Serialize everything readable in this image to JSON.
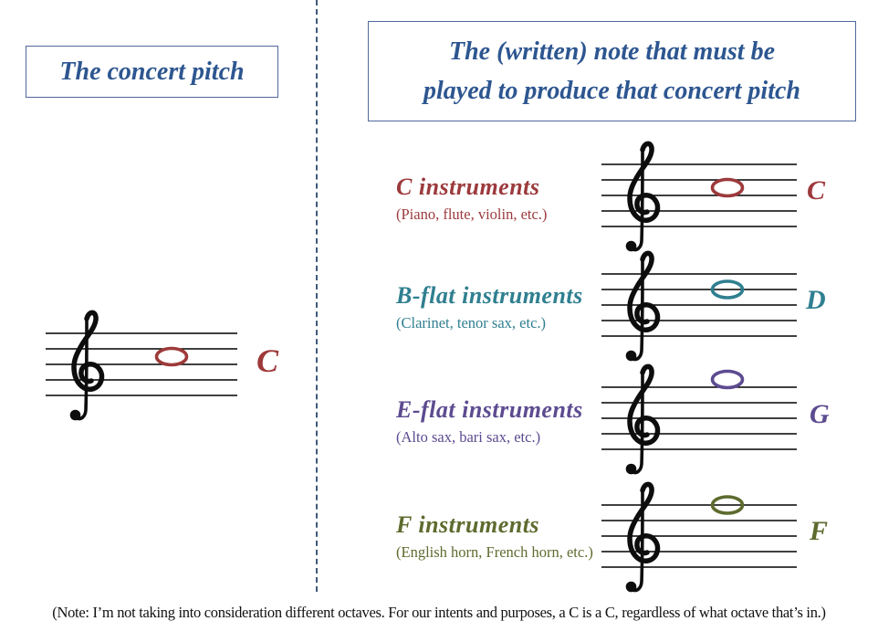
{
  "page": {
    "background": "#ffffff",
    "divider_color": "#40597c",
    "box_border_color": "#51679c",
    "staff_color": "#000000"
  },
  "left_panel": {
    "title": "The concert pitch",
    "title_color": "#2d5690",
    "staff": {
      "note_label": "C",
      "color": "#9e3a3a",
      "note_offset_steps": 3
    }
  },
  "right_panel": {
    "title_line1": "The (written) note that must be",
    "title_line2": "played to produce that concert pitch",
    "title_color": "#2d5690",
    "rows": [
      {
        "name": "C instruments",
        "examples": "(Piano, flute, violin, etc.)",
        "color": "#9c3a3c",
        "note_label": "C",
        "note_offset_steps": 3
      },
      {
        "name": "B-flat instruments",
        "examples": "(Clarinet, tenor sax, etc.)",
        "color": "#2f7f90",
        "note_label": "D",
        "note_offset_steps": 2
      },
      {
        "name": "E-flat instruments",
        "examples": "(Alto sax, bari sax, etc.)",
        "color": "#5d4b90",
        "note_label": "G",
        "note_offset_steps": -1
      },
      {
        "name": "F instruments",
        "examples": "(English horn, French horn, etc.)",
        "color": "#5d6b2e",
        "note_label": "F",
        "note_offset_steps": 0
      }
    ]
  },
  "footnote": "(Note: I’m not taking into consideration different octaves. For our intents and purposes, a C is a C, regardless of what octave that’s in.)"
}
